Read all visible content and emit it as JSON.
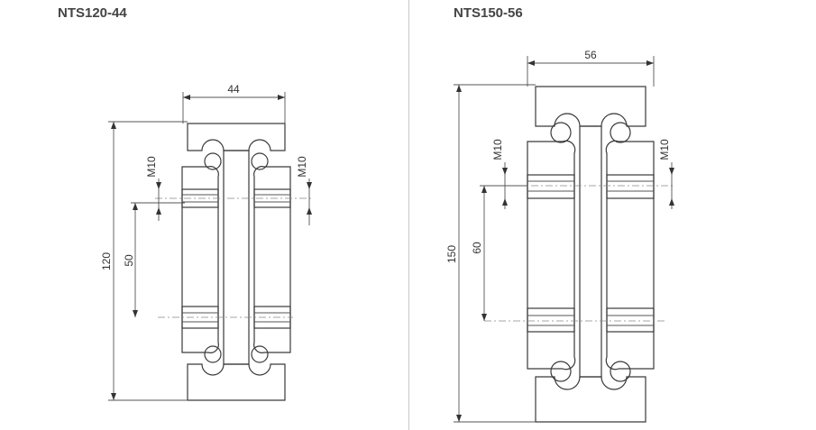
{
  "left": {
    "title": "NTS120-44",
    "width_dim": "44",
    "height_dim": "120",
    "spacing_dim": "50",
    "thread_left": "M10",
    "thread_right": "M10"
  },
  "right": {
    "title": "NTS150-56",
    "width_dim": "56",
    "height_dim": "150",
    "spacing_dim": "60",
    "thread_left": "M10",
    "thread_right": "M10"
  }
}
